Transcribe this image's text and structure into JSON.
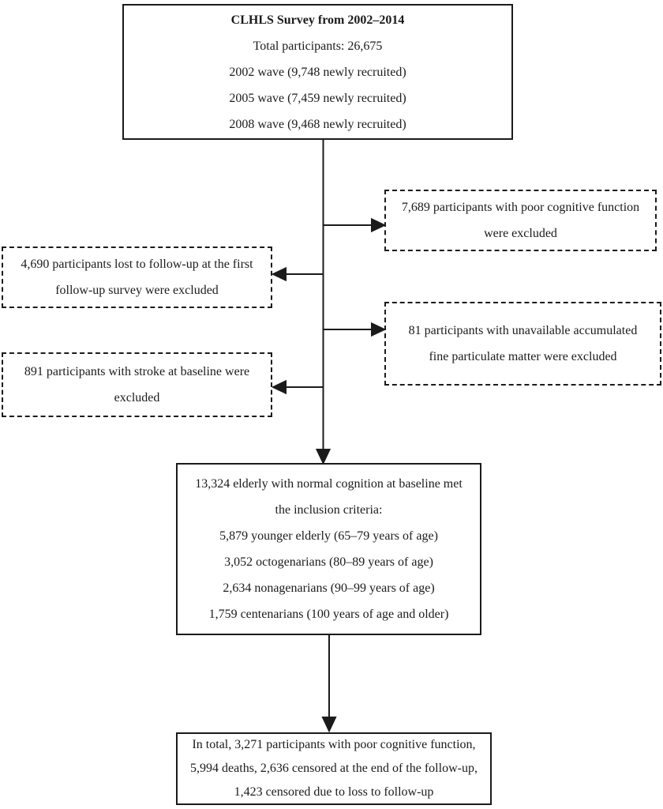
{
  "flowchart": {
    "source_box": {
      "title": "CLHLS Survey from 2002–2014",
      "lines": [
        "Total participants: 26,675",
        "2002 wave (9,748 newly recruited)",
        "2005 wave (7,459 newly recruited)",
        "2008 wave (9,468 newly recruited)"
      ]
    },
    "excluded_poor_cognition_box": {
      "lines": [
        "7,689 participants with poor cognitive function",
        "were excluded"
      ]
    },
    "excluded_lost_followup_box": {
      "lines": [
        "4,690 participants lost to follow-up at the first",
        "follow-up survey were excluded"
      ]
    },
    "excluded_pm_unavailable_box": {
      "lines": [
        "81 participants with unavailable accumulated",
        "fine particulate matter were excluded"
      ]
    },
    "excluded_stroke_box": {
      "lines": [
        "891 participants with stroke at baseline were",
        "excluded"
      ]
    },
    "inclusion_box": {
      "lines": [
        "13,324 elderly with normal cognition at baseline met",
        "the inclusion criteria:",
        "5,879 younger elderly (65–79 years of age)",
        "3,052 octogenarians (80–89 years of age)",
        "2,634 nonagenarians (90–99 years of age)",
        "1,759 centenarians (100 years of age and older)"
      ]
    },
    "outcome_box": {
      "lines": [
        "In total, 3,271 participants with poor cognitive function,",
        "5,994 deaths, 2,636 censored at the end of the follow-up,",
        "1,423 censored due to loss to follow-up"
      ]
    },
    "colors": {
      "line": "#1b1b1b",
      "text": "#1b1b1b",
      "background": "#ffffff"
    }
  }
}
